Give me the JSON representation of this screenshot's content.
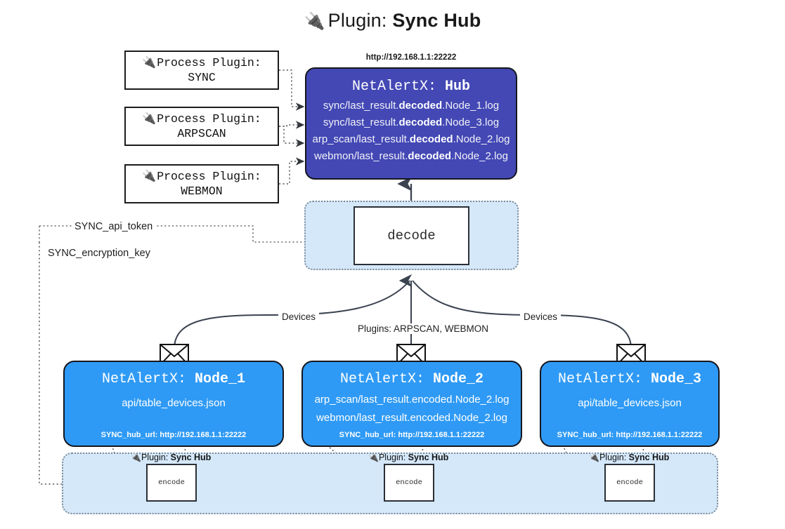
{
  "title": {
    "plug_icon": "🔌",
    "lead": "Plugin: ",
    "name": "Sync Hub"
  },
  "process_plugins": [
    {
      "icon": "🔌",
      "label": "Process Plugin:",
      "name": "SYNC"
    },
    {
      "icon": "🔌",
      "label": "Process Plugin:",
      "name": "ARPSCAN"
    },
    {
      "icon": "🔌",
      "label": "Process Plugin:",
      "name": "WEBMON"
    }
  ],
  "hub": {
    "url": "http://192.168.1.1:22222",
    "title_prefix": "NetAlertX: ",
    "title_name": "Hub",
    "logs": [
      {
        "pre": "sync/last_result.",
        "mid": "decoded",
        "post": ".Node_1.log"
      },
      {
        "pre": "sync/last_result.",
        "mid": "decoded",
        "post": ".Node_3.log"
      },
      {
        "pre": "arp_scan/last_result.",
        "mid": "decoded",
        "post": ".Node_2.log"
      },
      {
        "pre": "webmon/last_result.",
        "mid": "decoded",
        "post": ".Node_2.log"
      }
    ]
  },
  "decode": {
    "label": "decode"
  },
  "keys": [
    {
      "label": "SYNC_api_token"
    },
    {
      "label": "SYNC_encryption_key"
    }
  ],
  "edge_labels": {
    "devices_left": "Devices",
    "devices_right": "Devices",
    "plugins_center": "Plugins: ARPSCAN, WEBMON"
  },
  "nodes": [
    {
      "title_prefix": "NetAlertX: ",
      "title_name": "Node_1",
      "lines": [
        "api/table_devices.json"
      ],
      "hub_url_label": "SYNC_hub_url: http://192.168.1.1:22222"
    },
    {
      "title_prefix": "NetAlertX: ",
      "title_name": "Node_2",
      "lines": [
        "arp_scan/last_result.encoded.Node_2.log",
        "webmon/last_result.encoded.Node_2.log"
      ],
      "hub_url_label": "SYNC_hub_url: http://192.168.1.1:22222"
    },
    {
      "title_prefix": "NetAlertX: ",
      "title_name": "Node_3",
      "lines": [
        "api/table_devices.json"
      ],
      "hub_url_label": "SYNC_hub_url: http://192.168.1.1:22222"
    }
  ],
  "encoders": [
    {
      "icon": "🔌",
      "caption_lead": "Plugin: ",
      "caption_name": "Sync Hub",
      "box_label": "encode"
    },
    {
      "icon": "🔌",
      "caption_lead": "Plugin: ",
      "caption_name": "Sync Hub",
      "box_label": "encode"
    },
    {
      "icon": "🔌",
      "caption_lead": "Plugin: ",
      "caption_name": "Sync Hub",
      "box_label": "encode"
    }
  ],
  "colors": {
    "hub_fill": "#4348b5",
    "node_fill": "#2f9af5",
    "container_fill": "#d4e8fa",
    "stroke": "#15161e",
    "dotted": "#7d8b96"
  }
}
